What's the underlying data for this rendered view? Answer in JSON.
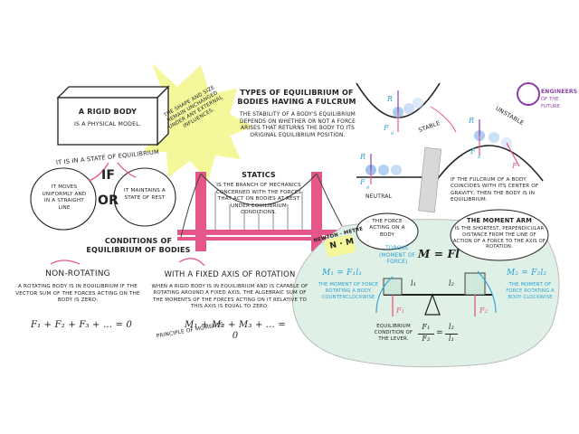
{
  "logo": {
    "line1": "ENGINEERS",
    "line2": "OF THE FUTURE"
  },
  "rigid_body": {
    "title": "A RIGID BODY",
    "subtitle": "IS A PHYSICAL MODEL."
  },
  "starburst": "THE SHAPE AND SIZE REMAIN UNCHANGED UNDER ANY EXTERNAL INFLUENCES.",
  "equilibrium_state": "IT IS IN A STATE OF EQUILIBRIUM",
  "if_label": "IF",
  "or_label": "OR",
  "moves_uniformly": "IT MOVES UNIFORMLY AND IN A STRAIGHT LINE",
  "maintains_rest": "IT MAINTAINS A STATE OF REST",
  "types": {
    "title": "TYPES OF EQUILIBRIUM OF BODIES HAVING A FULCRUM",
    "desc": "THE STABILITY OF A BODY'S EQUILIBRIUM DEPENDS ON WHETHER OR NOT A FORCE ARISES THAT RETURNS THE BODY TO ITS ORIGINAL EQUILIBRIUM POSITION.",
    "stable": "STABLE",
    "unstable": "UNSTABLE",
    "neutral": "NEUTRAL",
    "center_gravity": "IF THE FULCRUM OF A BODY COINCIDES WITH ITS CENTER OF GRAVITY, THEN THE BODY IS IN EQUILIBRIUM."
  },
  "vectors": {
    "R": "R",
    "Fg": "F",
    "Fg_sub": "g",
    "F": "F"
  },
  "statics": {
    "title": "STATICS",
    "desc": "IS THE BRANCH OF MECHANICS CONCERNED WITH THE FORCES THAT ACT ON BODIES AT REST UNDER EQUILIBRIUM CONDITIONS."
  },
  "conditions": {
    "title": "CONDITIONS OF EQUILIBRIUM OF BODIES"
  },
  "non_rotating": {
    "title": "NON-ROTATING",
    "desc": "A ROTATING BODY IS IN EQUILIBRIUM IF THE VECTOR SUM OF THE FORCES ACTING ON THE BODY IS ZERO:",
    "formula": "F₁ + F₂ + F₃ + ... = 0"
  },
  "fixed_axis": {
    "title": "WITH A FIXED AXIS OF ROTATION",
    "desc": "WHEN A RIGID BODY IS IN EQUILIBRIUM AND IS CAPABLE OF ROTATING AROUND A FIXED AXIS, THE ALGEBRAIC SUM OF THE MOMENTS OF THE FORCES ACTING ON IT RELATIVE TO THIS AXIS IS EQUAL TO ZERO:",
    "formula": "M₁ + M₂ + M₃ + ... = 0",
    "principle": "PRINCIPLE OF MOMENTS"
  },
  "newton_metre": {
    "label": "NEWTON · METRE",
    "unit": "N · m"
  },
  "force_bubble": "THE FORCE ACTING ON A BODY",
  "torque": {
    "label": "TORQUE (MOMENT OF FORCE)",
    "formula": "M = Fl"
  },
  "moment_arm": {
    "title": "THE MOMENT ARM",
    "desc": "IS THE SHORTEST, PERPENDICULAR DISTANCE FROM THE LINE OF ACTION OF A FORCE TO THE AXIS OF ROTATION."
  },
  "lever": {
    "m1_formula": "M₁ = F₁l₁",
    "m1_desc": "THE MOMENT OF FORCE ROTATING A BODY COUNTERCLOCKWISE",
    "m2_formula": "M₂ = F₂l₂",
    "m2_desc": "THE MOMENT OF FORCE ROTATING A BODY CLOCKWISE",
    "l1": "l₁",
    "l2": "l₂",
    "F1": "F₁",
    "F2": "F₂",
    "cond_label": "EQUILIBRIUM CONDITION OF THE LEVER.",
    "cond_left_num": "F₁",
    "cond_left_den": "F₂",
    "cond_right_num": "l₂",
    "cond_right_den": "l₁"
  },
  "colors": {
    "accent_yellow": "#f4f79a",
    "accent_pink": "#e7568a",
    "accent_blue": "#2a9fd6",
    "accent_purple": "#8b3fa8",
    "bubble_green": "#dff0e6"
  }
}
